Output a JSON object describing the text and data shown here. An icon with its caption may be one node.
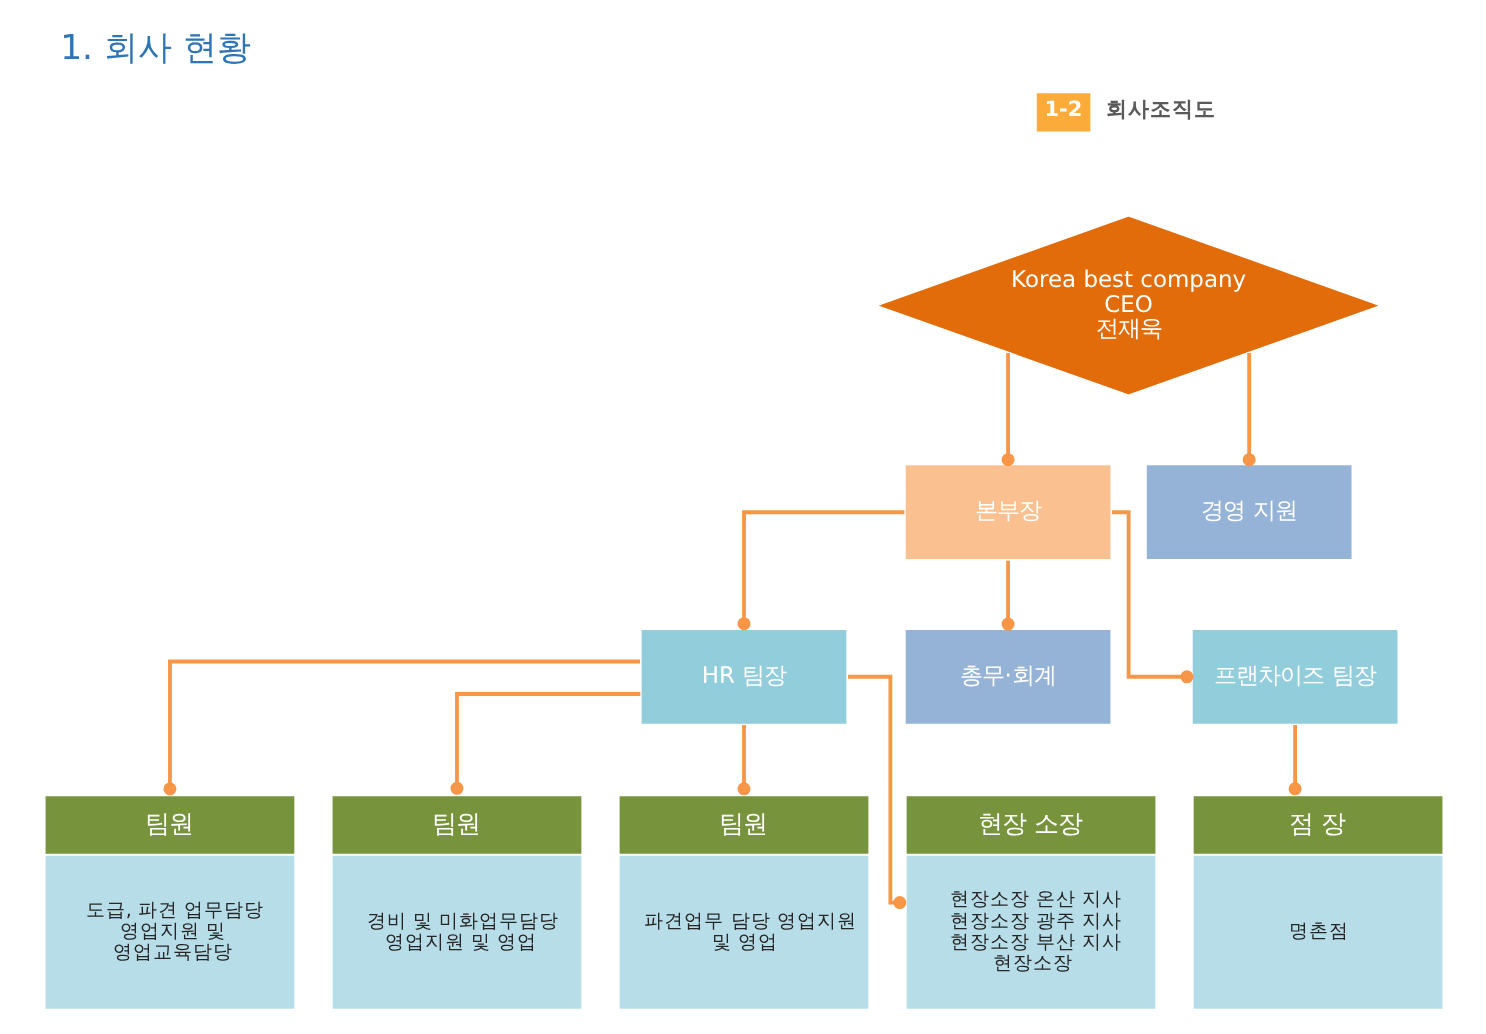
{
  "diagram": {
    "title": "1. 회사 현황",
    "nodes": [
      {
        "text": [
          "Korea best company",
          "CEO",
          "전재욱"
        ]
      },
      {
        "text": [
          "본부장"
        ]
      },
      {
        "text": [
          "경영 지원"
        ]
      },
      {
        "text": [
          "HR 팀장"
        ]
      },
      {
        "text": [
          "총무·회계"
        ]
      },
      {
        "text": [
          "프랜차이즈 팀장"
        ]
      },
      {
        "text": [
          "팀원",
          "도급, 파견 업무담당 영업지원 및 영업교육담당"
        ]
      },
      {
        "text": [
          "팀원",
          "경비 및 미화업무담당 영업지원 및 영업"
        ]
      },
      {
        "text": [
          "팀원",
          "파견업무 담당 영업지원 및 영업"
        ]
      },
      {
        "text": [
          "현장 소장",
          "현장소장 온산 지사 현장소장 광주 지사 현장소장 부산 지사 현장소장"
        ]
      },
      {
        "text": [
          "점 장",
          "명촌점"
        ]
      }
    ],
    "edges": [
      {
        "from": 0,
        "to": 1,
        "arrow": "other"
      },
      {
        "from": 0,
        "to": 2,
        "arrow": "other"
      },
      {
        "from": 1,
        "to": 3,
        "arrow": "other"
      },
      {
        "from": 1,
        "to": 4,
        "arrow": "other"
      },
      {
        "from": 1,
        "to": 5,
        "arrow": "other"
      },
      {
        "from": 3,
        "to": 6,
        "arrow": "other"
      },
      {
        "from": 3,
        "to": 7,
        "arrow": "other"
      },
      {
        "from": 3,
        "to": 8,
        "arrow": "other"
      },
      {
        "from": 3,
        "to": 9,
        "arrow": "other"
      },
      {
        "from": 5,
        "to": 10,
        "arrow": "other"
      }
    ],
    "labels": [
      "1-2",
      "회사조직도"
    ]
  }
}
